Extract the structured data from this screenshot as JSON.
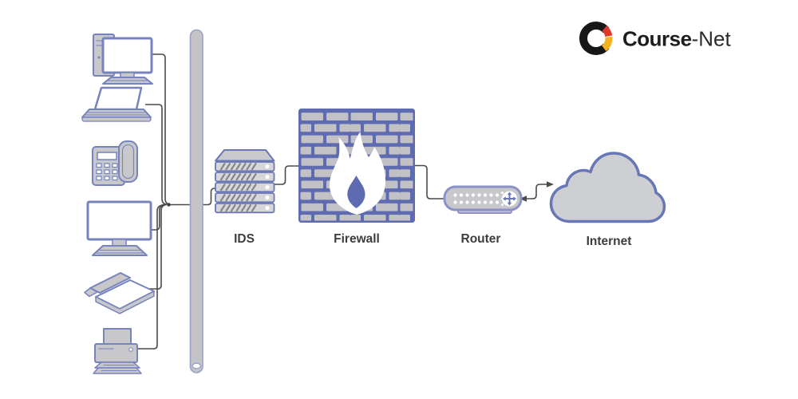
{
  "logo": {
    "brand_primary": "Course",
    "brand_secondary": "-Net",
    "colors": {
      "ring": "#171717",
      "red": "#e1372b",
      "yellow": "#f4b31e"
    }
  },
  "labels": {
    "ids": "IDS",
    "firewall": "Firewall",
    "router": "Router",
    "internet": "Internet"
  },
  "diagram": {
    "type": "network-topology",
    "devices": [
      "desktop-computer",
      "laptop",
      "ip-phone",
      "workstation-monitor",
      "scanner",
      "printer"
    ],
    "nodes": [
      "lan-bus",
      "ids",
      "firewall",
      "router",
      "internet"
    ],
    "edges": [
      {
        "from": "desktop-computer",
        "to": "lan-bus"
      },
      {
        "from": "laptop",
        "to": "lan-bus"
      },
      {
        "from": "workstation-monitor",
        "to": "lan-bus"
      },
      {
        "from": "scanner",
        "to": "lan-bus"
      },
      {
        "from": "printer",
        "to": "lan-bus"
      },
      {
        "from": "lan-bus",
        "to": "ids"
      },
      {
        "from": "ids",
        "to": "firewall"
      },
      {
        "from": "firewall",
        "to": "router"
      },
      {
        "from": "router",
        "to": "internet",
        "bidirectional": true
      }
    ]
  },
  "colors": {
    "device_outline": "#7683bd",
    "device_fill": "#c7c7cc",
    "bus_fill": "#c3c3c8",
    "bus_stroke": "#9aa1c8",
    "wall": "#5e6bb0",
    "brick": "#c1c1c6",
    "cloud_fill": "#cecfd3",
    "cloud_stroke": "#6877b6",
    "wire": "#4a4a4c",
    "label_color": "#3d3d3d",
    "logo_black": "#171717",
    "logo_red": "#e1372b",
    "logo_yellow": "#f4b31e"
  }
}
